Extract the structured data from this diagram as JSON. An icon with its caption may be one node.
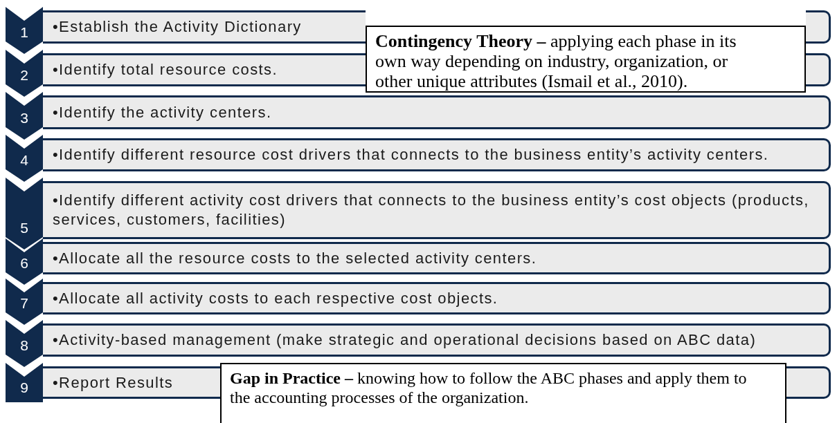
{
  "diagram": {
    "nodes": [
      {
        "text": [
          "1"
        ]
      },
      {
        "text": [
          "•Establish the Activity Dictionary"
        ]
      },
      {
        "text": [
          "2"
        ]
      },
      {
        "text": [
          "•Identify total resource costs."
        ]
      },
      {
        "text": [
          "3"
        ]
      },
      {
        "text": [
          "•Identify the activity centers."
        ]
      },
      {
        "text": [
          "4"
        ]
      },
      {
        "text": [
          "•Identify different resource cost drivers that connects to the business entity’s activity centers."
        ]
      },
      {
        "text": [
          "5"
        ]
      },
      {
        "text": [
          "•Identify different activity cost drivers that connects to the business entity’s cost objects (products, services, customers, facilities)"
        ]
      },
      {
        "text": [
          "6"
        ]
      },
      {
        "text": [
          "•Allocate all the resource costs to the selected activity centers."
        ]
      },
      {
        "text": [
          "7"
        ]
      },
      {
        "text": [
          "•Allocate all activity costs to each respective cost objects."
        ]
      },
      {
        "text": [
          "8"
        ]
      },
      {
        "text": [
          "•Activity-based management (make strategic and operational decisions based on ABC data)"
        ]
      },
      {
        "text": [
          "9"
        ]
      },
      {
        "text": [
          "•Report Results"
        ]
      },
      {
        "text": [
          "**Contingency Theory –** applying each phase in its own way depending on industry, organization, or other unique attributes (Ismail et al., 2010)."
        ]
      },
      {
        "text": [
          "**Gap in Practice –** knowing how to follow the ABC phases and apply them to the accounting processes of the organization."
        ]
      }
    ]
  }
}
